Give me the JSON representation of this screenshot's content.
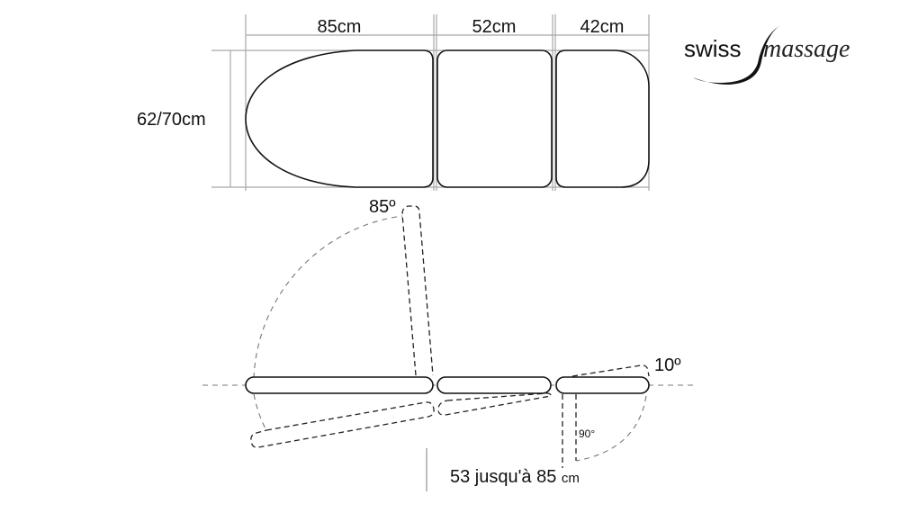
{
  "top_view": {
    "dimensions": {
      "head": "85cm",
      "middle": "52cm",
      "foot": "42cm",
      "width": "62/70cm"
    }
  },
  "side_view": {
    "backrest_angle": "85º",
    "footrest_raise_angle": "10º",
    "footrest_drop_angle": "90°",
    "height_range": "53 jusqu'à 85",
    "height_unit": "cm"
  },
  "logo": {
    "part1": "swiss",
    "part2": "massage"
  }
}
